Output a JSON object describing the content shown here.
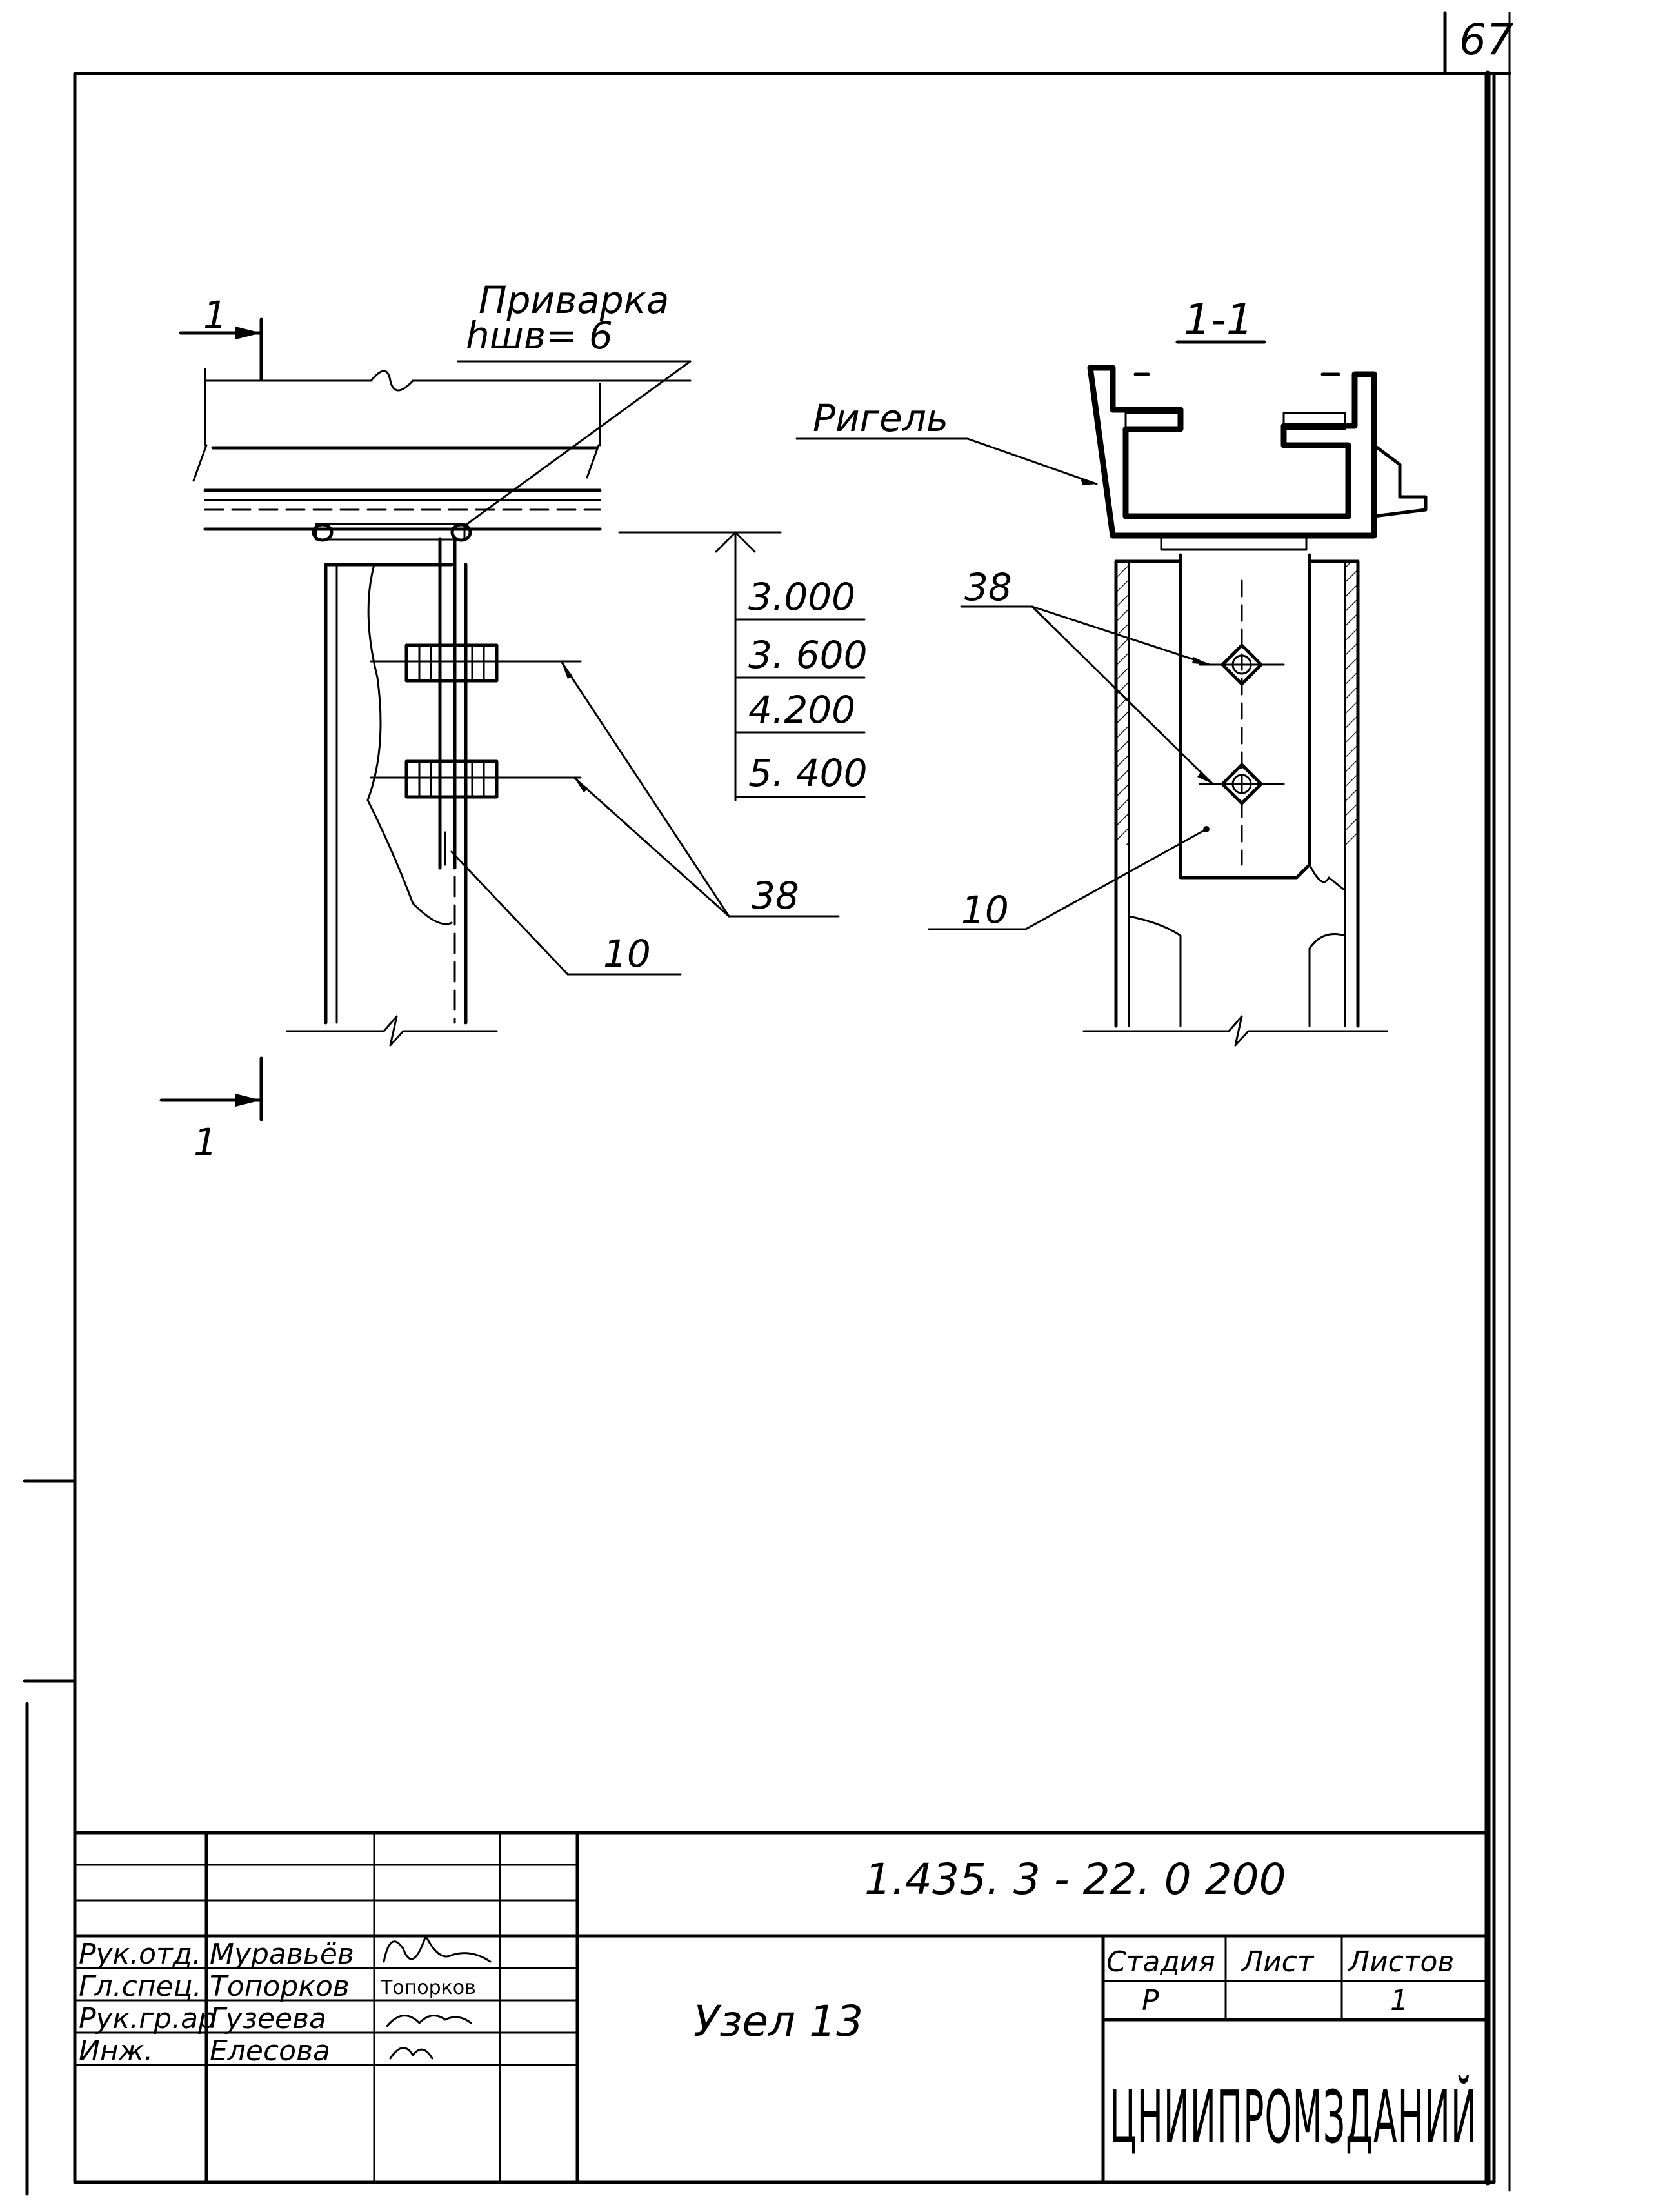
{
  "sheet": {
    "page_number": "67"
  },
  "drawing": {
    "section_mark": "1",
    "section_title": "1-1",
    "weld_note": "Приварка",
    "weld_size": "hшв= 6",
    "beam_label": "Ригель",
    "levels": [
      "3.000",
      "3. 600",
      "4.200",
      "5. 400"
    ],
    "callout_38_left": "38",
    "callout_38_right": "38",
    "callout_10_left": "10",
    "callout_10_right": "10"
  },
  "title_block": {
    "doc_code": "1.435. 3 - 22. 0 200",
    "node_title": "Узел 13",
    "org": "ЦНИИПРОМЗДАНИЙ",
    "stage_header": "Стадия",
    "sheet_header": "Лист",
    "sheets_header": "Листов",
    "stage_value": "Р",
    "sheets_value": "1",
    "people": [
      {
        "role": "Рук.отд.",
        "name": "Муравьёв",
        "sign": ""
      },
      {
        "role": "Гл.спец.",
        "name": "Топорков",
        "sign": "Топорков"
      },
      {
        "role": "Рук.гр.ар",
        "name": "Гузеева",
        "sign": ""
      },
      {
        "role": "Инж.",
        "name": "Елесова",
        "sign": ""
      }
    ]
  }
}
